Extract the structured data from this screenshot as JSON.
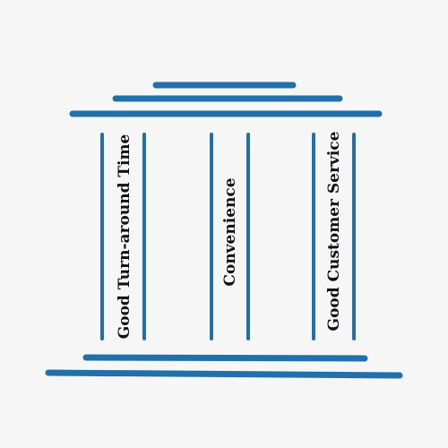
{
  "diagram": {
    "pillars": [
      {
        "label": "Good Turn-around Time"
      },
      {
        "label": "Convenience"
      },
      {
        "label": "Good Customer Service"
      }
    ]
  },
  "colors": {
    "accent": "#2270ab",
    "background": "#f6f6f6",
    "text": "#111111"
  }
}
